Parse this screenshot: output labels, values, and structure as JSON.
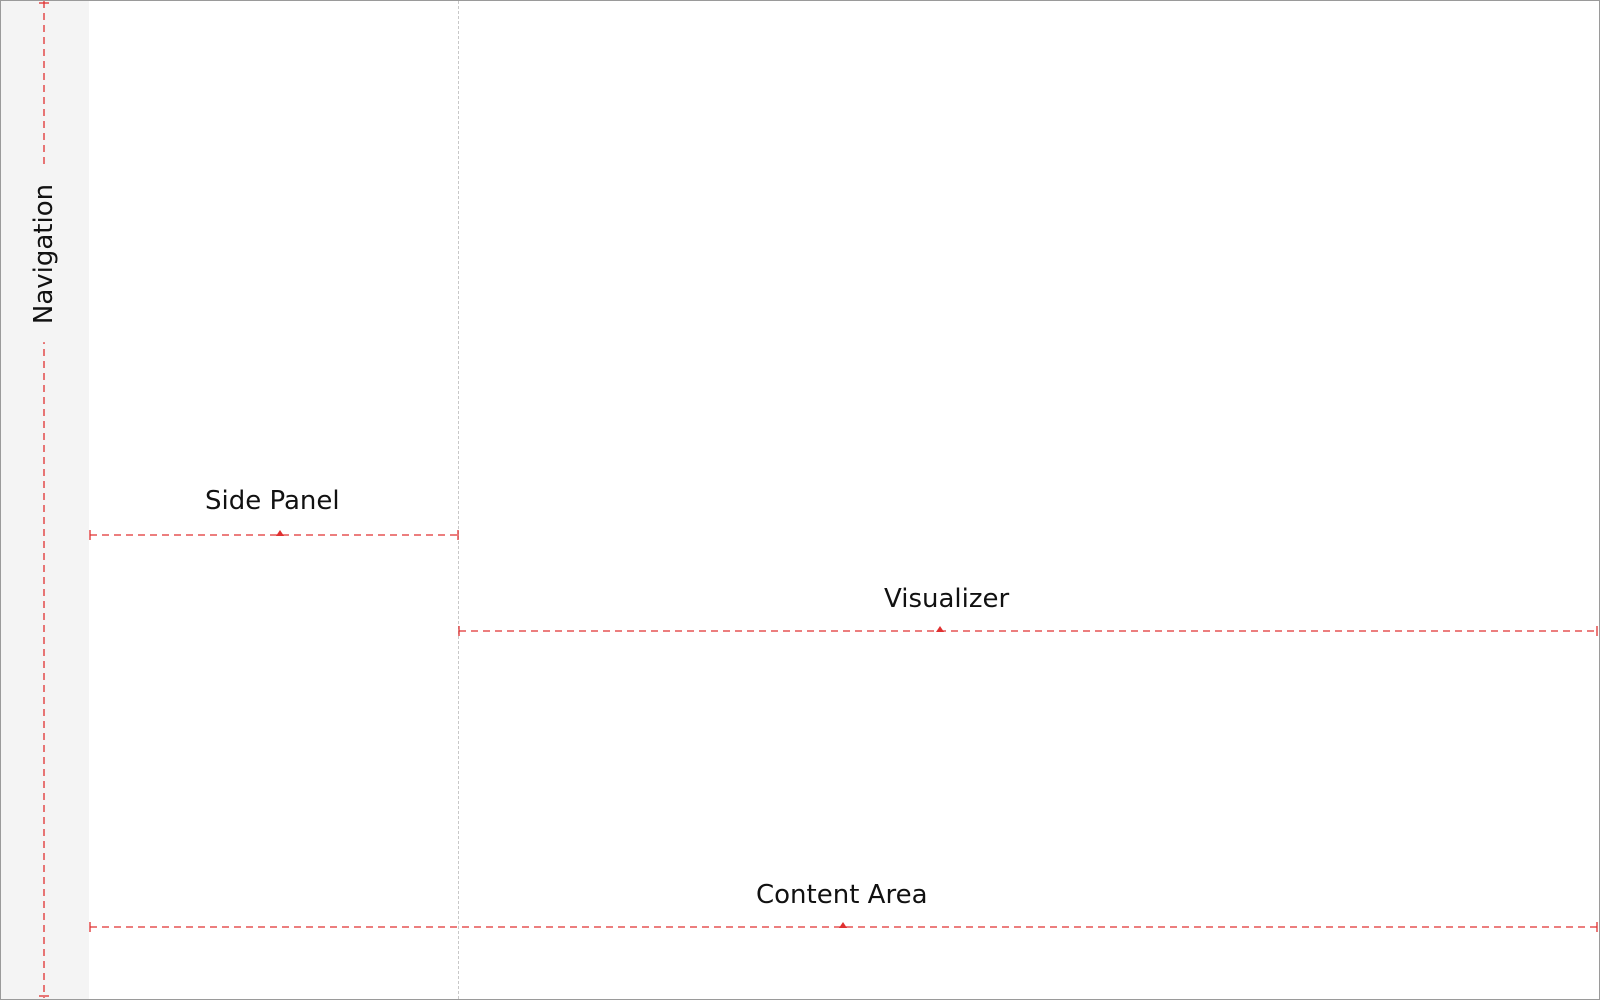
{
  "diagram": {
    "regions": [
      {
        "id": "navigation",
        "label": "Navigation",
        "orientation": "vertical"
      },
      {
        "id": "side-panel",
        "label": "Side Panel",
        "orientation": "horizontal"
      },
      {
        "id": "visualizer",
        "label": "Visualizer",
        "orientation": "horizontal"
      },
      {
        "id": "content-area",
        "label": "Content Area",
        "orientation": "horizontal"
      }
    ]
  },
  "colors": {
    "measure_line": "#e03030",
    "nav_background": "#f4f4f4",
    "divider": "#c8c8c8",
    "frame_border": "#9a9a9a",
    "text": "#111111"
  }
}
